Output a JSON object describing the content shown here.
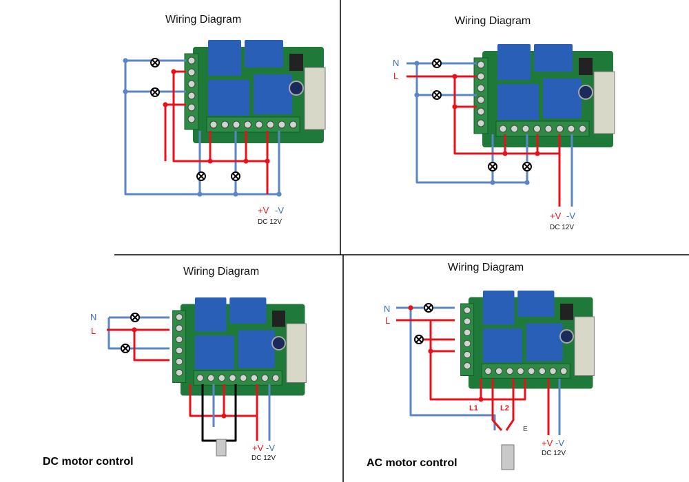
{
  "panels": {
    "top_left": {
      "title": "Wiring Diagram",
      "plus_v": "+V",
      "minus_v": "-V",
      "supply": "DC 12V"
    },
    "top_right": {
      "title": "Wiring Diagram",
      "neutral": "N",
      "line": "L",
      "plus_v": "+V",
      "minus_v": "-V",
      "supply": "DC 12V"
    },
    "bottom_left": {
      "title": "Wiring Diagram",
      "neutral": "N",
      "line": "L",
      "plus_v": "+V",
      "minus_v": "-V",
      "supply": "DC 12V",
      "caption": "DC motor control"
    },
    "bottom_right": {
      "title": "Wiring Diagram",
      "neutral": "N",
      "line": "L",
      "l1": "L1",
      "l2": "L2",
      "earth": "E",
      "plus_v": "+V",
      "minus_v": "-V",
      "supply": "DC 12V",
      "caption": "AC motor control"
    }
  },
  "colors": {
    "live_wire": "#e8111a",
    "neutral_wire": "#5a86c6",
    "pcb": "#1f7a3a",
    "relay": "#2a5fb8",
    "black_wire": "#000000"
  }
}
